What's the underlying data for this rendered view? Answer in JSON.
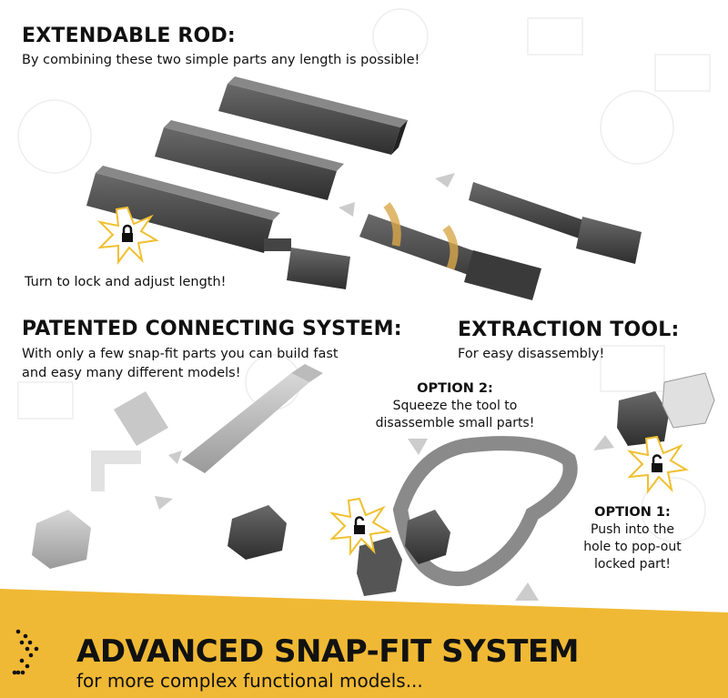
{
  "rod_section": {
    "title": "EXTENDABLE ROD:",
    "subtitle": "By combining these two simple parts any length is possible!",
    "lock_note": "Turn to lock and adjust length!"
  },
  "connecting_section": {
    "title": "PATENTED CONNECTING SYSTEM:",
    "description_line1": "With only a few snap-fit parts you can build fast",
    "description_line2": "and easy many different models!"
  },
  "extraction_section": {
    "title": "EXTRACTION TOOL:",
    "subtitle": "For easy disassembly!",
    "option2": {
      "label": "OPTION 2:",
      "line1": "Squeeze the tool to",
      "line2": "disassemble small parts!"
    },
    "option1": {
      "label": "OPTION 1:",
      "line1": "Push into the",
      "line2": "hole to pop-out",
      "line3": "locked part!"
    }
  },
  "banner": {
    "title": "ADVANCED SNAP-FIT SYSTEM",
    "subtitle": "for more complex functional models...",
    "color": "#f0b935"
  },
  "icons": [
    "lock-icon",
    "unlock-icon",
    "arrow-icon",
    "dots-chevron-icon"
  ]
}
